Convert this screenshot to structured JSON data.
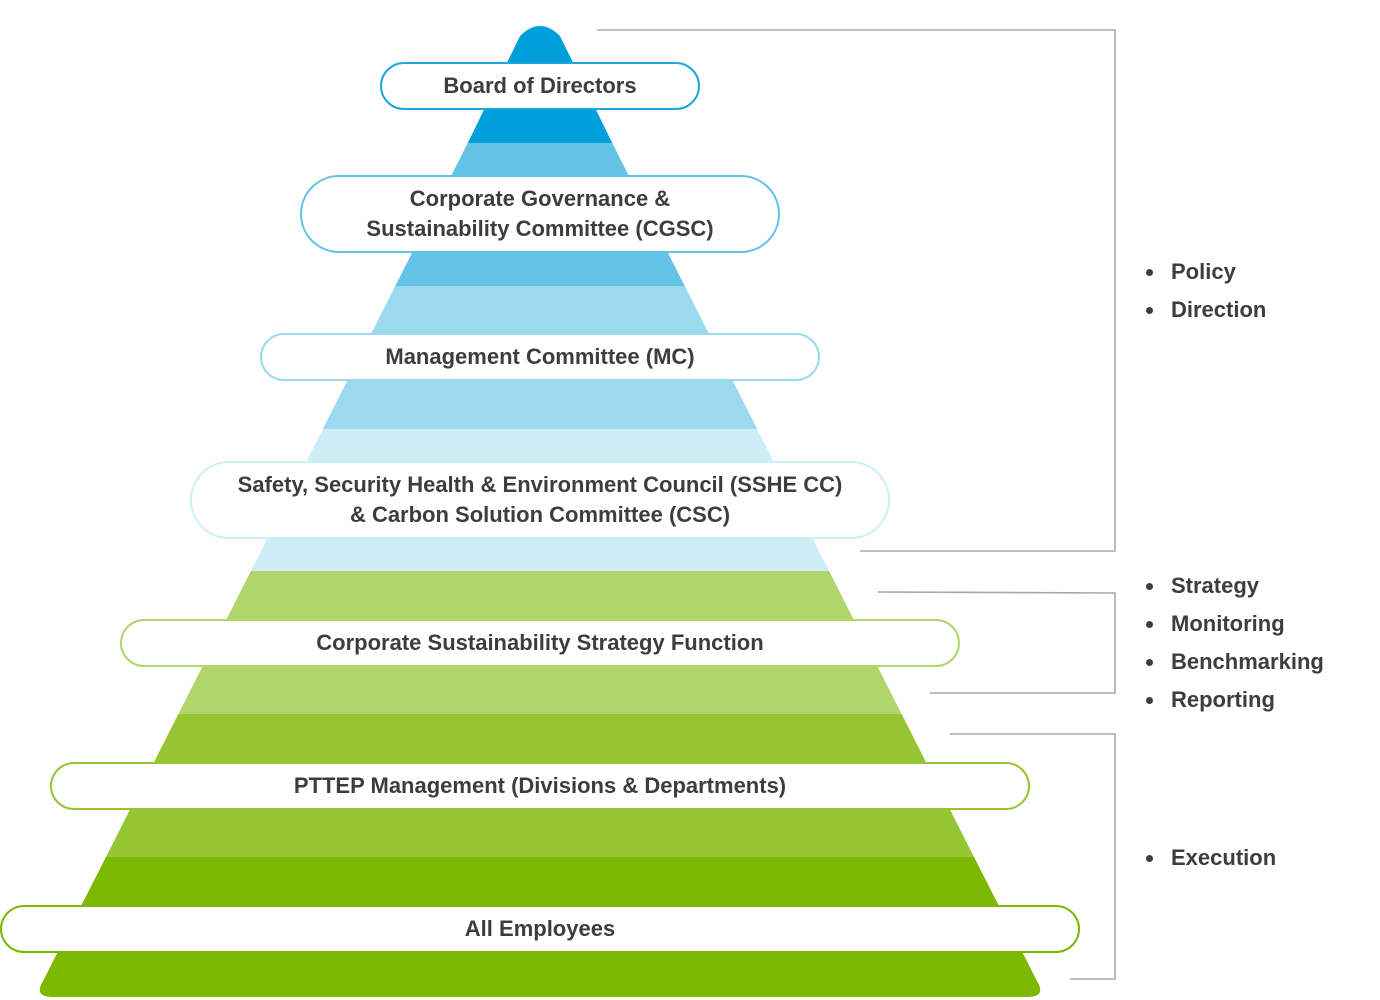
{
  "colors": {
    "blue_1": "#009FDC",
    "blue_2": "#63C3E6",
    "blue_3": "#9AD9EE",
    "blue_4": "#CDEDF7",
    "green_1": "#B0D56A",
    "green_2": "#95C532",
    "green_3": "#7BB800",
    "bracket_line": "#A8A8A8",
    "text": "#3D3D3D"
  },
  "levels": [
    {
      "label": "Board of Directors",
      "border": "#1DA6DC"
    },
    {
      "label": "Corporate Governance &\nSustainability Committee (CGSC)",
      "border": "#63C3E6"
    },
    {
      "label": "Management Committee (MC)",
      "border": "#9AD9EE"
    },
    {
      "label": "Safety, Security Health & Environment Council (SSHE CC)\n& Carbon Solution Committee (CSC)",
      "border": "#CDEDF7"
    },
    {
      "label": "Corporate Sustainability Strategy Function",
      "border": "#B0D56A"
    },
    {
      "label": "PTTEP Management (Divisions & Departments)",
      "border": "#95C532"
    },
    {
      "label": "All Employees",
      "border": "#7BB800"
    }
  ],
  "roles": [
    {
      "items": [
        "Policy",
        "Direction"
      ]
    },
    {
      "items": [
        "Strategy",
        "Monitoring",
        "Benchmarking",
        "Reporting"
      ]
    },
    {
      "items": [
        "Execution"
      ]
    }
  ]
}
